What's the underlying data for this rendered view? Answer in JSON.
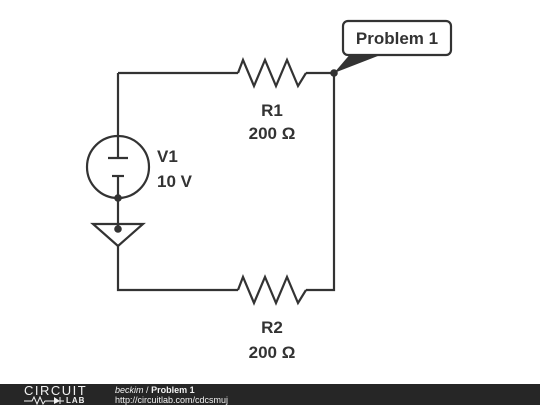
{
  "schematic": {
    "callout": "Problem 1",
    "r1": {
      "name": "R1",
      "value": "200 Ω"
    },
    "r2": {
      "name": "R2",
      "value": "200 Ω"
    },
    "v1": {
      "name": "V1",
      "value": "10 V"
    }
  },
  "footer": {
    "logo_top": "CIRCUIT",
    "logo_bottom": "LAB",
    "author": "beckim",
    "separator": "/",
    "title": "Problem 1",
    "url": "http://circuitlab.com/cdcsmuj"
  },
  "colors": {
    "wire": "#333333",
    "footer_bg": "#262626",
    "footer_text": "#f2f2f2"
  }
}
